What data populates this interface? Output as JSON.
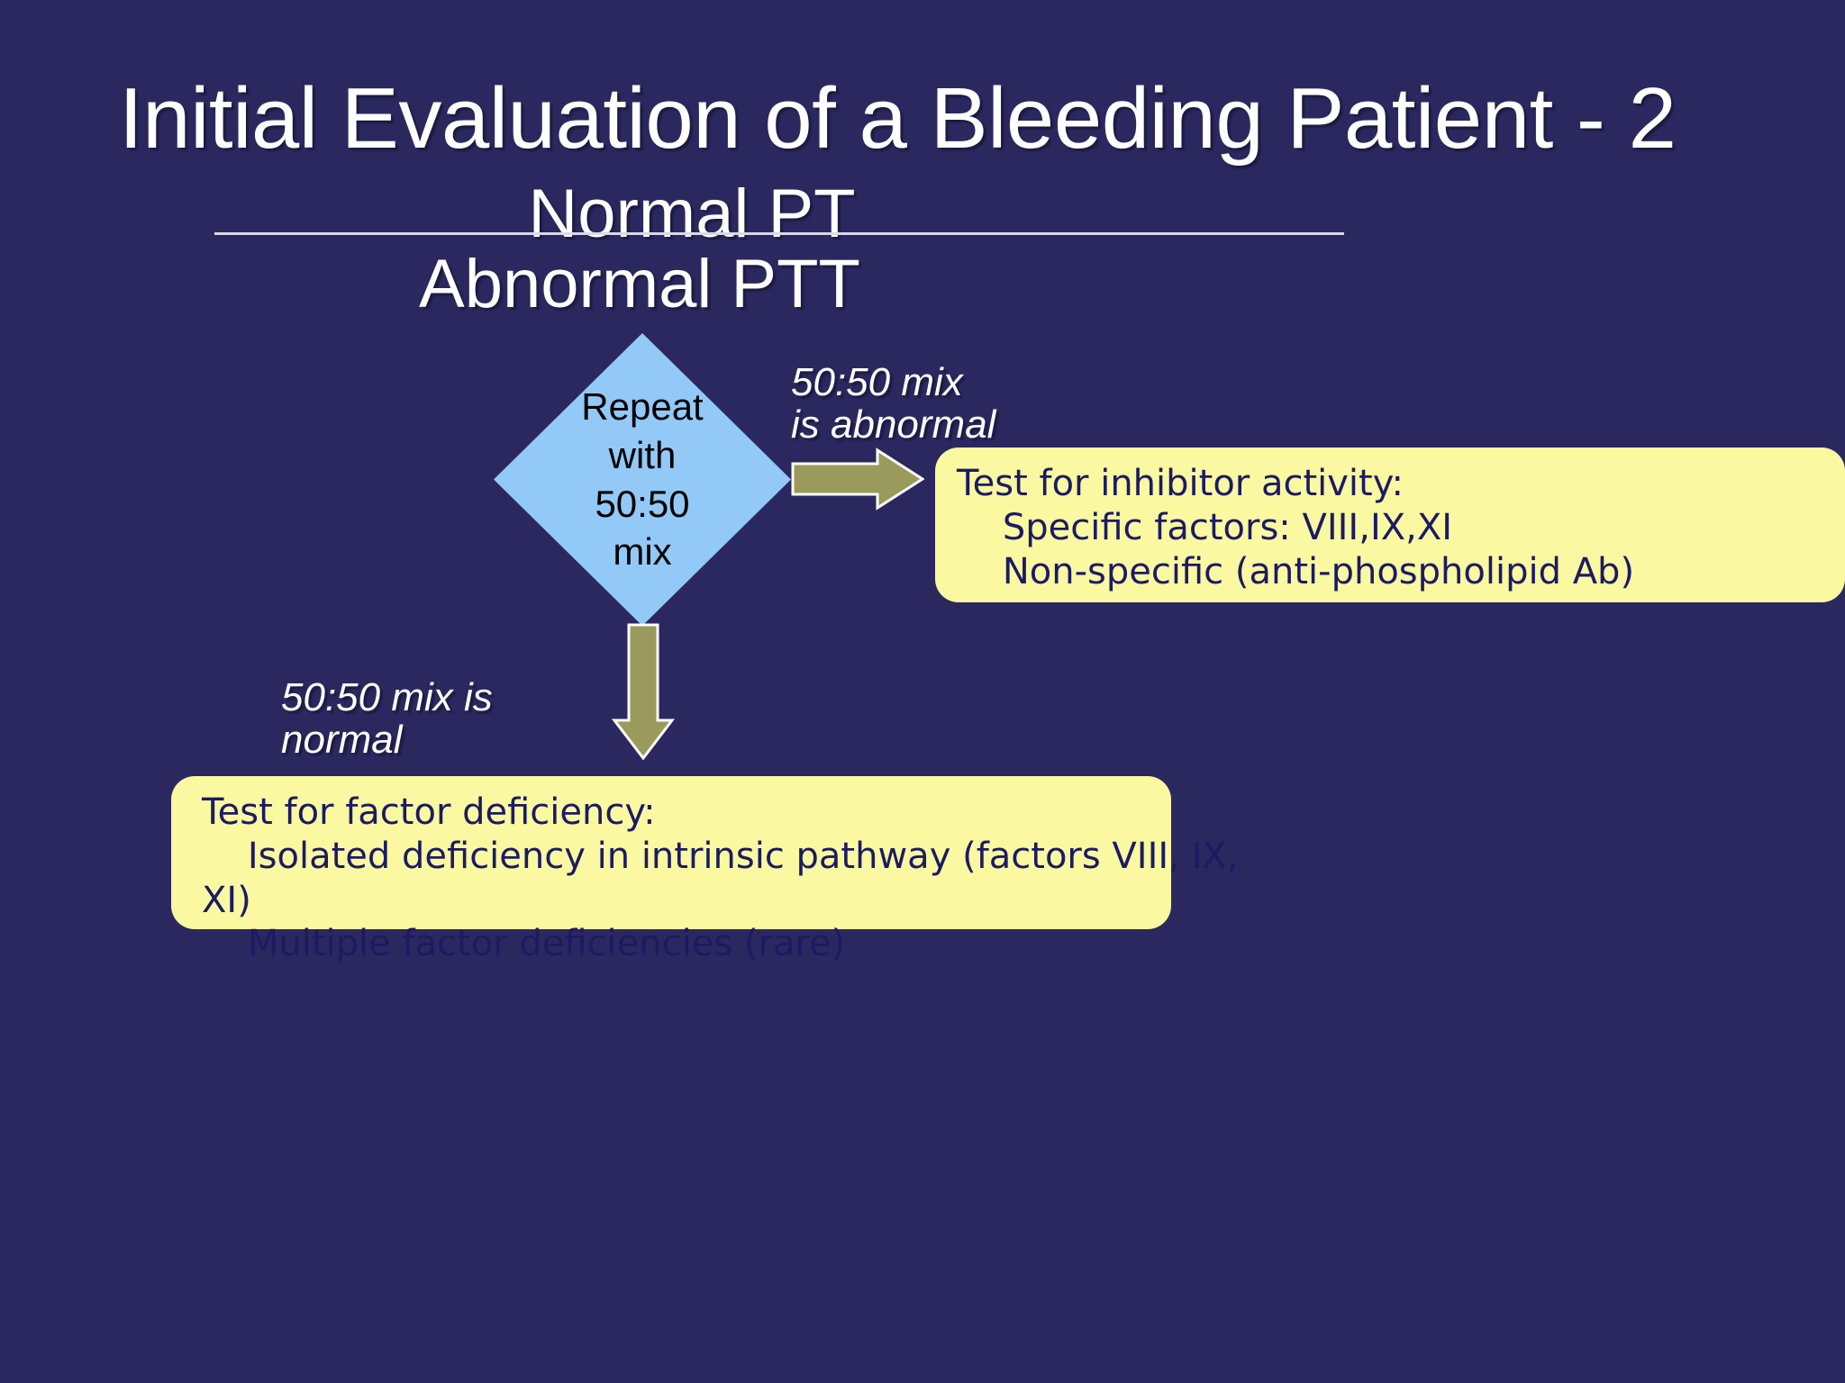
{
  "slide": {
    "background_color": "#2B2860",
    "title": "Initial Evaluation of a Bleeding Patient - 2"
  },
  "header": {
    "numerator": "Normal PT",
    "denominator": "Abnormal PTT",
    "rule_color": "#D8D8E8"
  },
  "decision": {
    "shape": "diamond",
    "fill_color": "#93C9F7",
    "text_line_1": "Repeat",
    "text_line_2": "with",
    "text_line_3": "50:50",
    "text_line_4": "mix"
  },
  "branches": {
    "right": {
      "label": "50:50 mix\nis abnormal",
      "arrow_color": "#9A9A5C",
      "arrow_direction": "right"
    },
    "down": {
      "label": "50:50 mix is\nnormal",
      "arrow_color": "#9A9A5C",
      "arrow_direction": "down"
    }
  },
  "callouts": [
    {
      "id": "inhibitor",
      "fill_color": "#FAF8A0",
      "text_color": "#1B1B63",
      "text": "Test for inhibitor activity:\n    Specific factors: VIII,IX,XI\n    Non-specific (anti-phospholipid Ab)"
    },
    {
      "id": "deficiency",
      "fill_color": "#FAF8A0",
      "text_color": "#1B1B63",
      "text": "Test for factor deficiency:\n    Isolated deficiency in intrinsic pathway (factors VIII, IX, XI)\n    Multiple factor deficiencies (rare)"
    }
  ]
}
